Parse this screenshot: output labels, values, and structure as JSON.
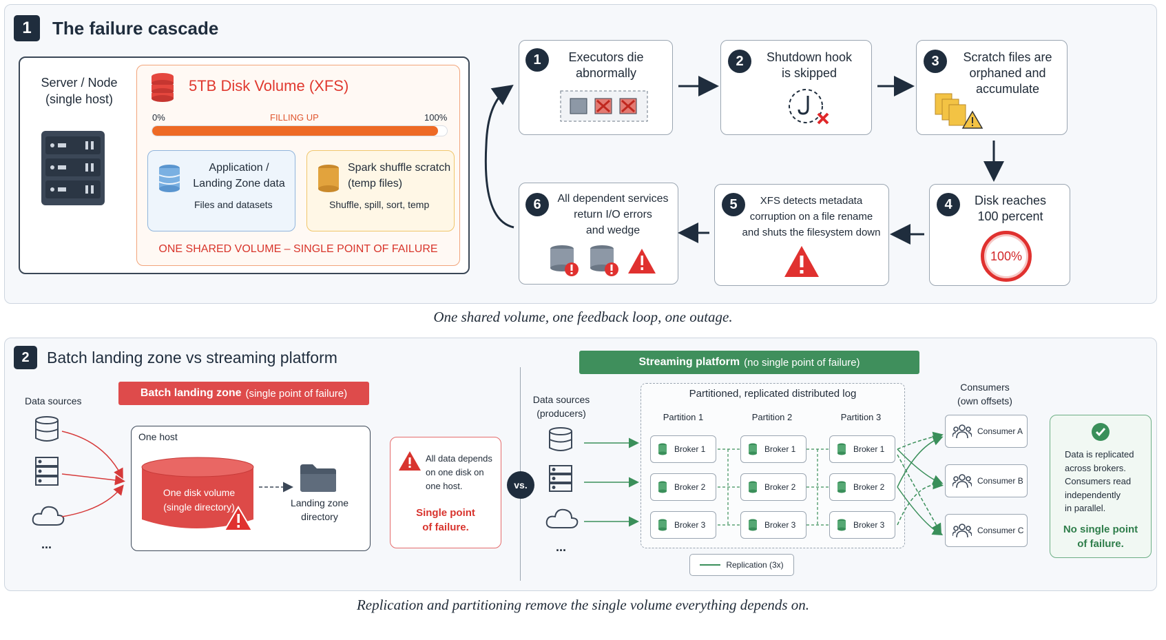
{
  "section1": {
    "number": "1",
    "title": "The failure cascade",
    "server_label": "Server / Node\n(single host)",
    "disk_title": "5TB Disk Volume (XFS)",
    "progress_start": "0%",
    "progress_mid": "FILLING UP",
    "progress_end": "100%",
    "progress_fill": 0.97,
    "app_box_title": "Application /\nLanding Zone data",
    "app_box_sub": "Files and datasets",
    "spark_box_title": "Spark shuffle scratch\n(temp files)",
    "spark_box_sub": "Shuffle, spill, sort, temp",
    "shared_warning": "ONE SHARED VOLUME – SINGLE POINT OF FAILURE",
    "steps": [
      {
        "num": "1",
        "text": "Executors die\nabnormally"
      },
      {
        "num": "2",
        "text": "Shutdown hook\nis skipped"
      },
      {
        "num": "3",
        "text": "Scratch files are\norphaned and\naccumulate"
      },
      {
        "num": "4",
        "text": "Disk reaches\n100 percent",
        "badge": "100%"
      },
      {
        "num": "5",
        "text": "XFS detects metadata\ncorruption on a file rename\nand shuts the filesystem down"
      },
      {
        "num": "6",
        "text": "All dependent services\nreturn I/O errors\nand wedge"
      }
    ],
    "caption": "One shared volume, one feedback loop, one outage."
  },
  "section2": {
    "number": "2",
    "title": "Batch landing zone vs streaming platform",
    "data_sources_left": "Data sources",
    "ellipsis": "...",
    "batch_banner": "Batch landing zone",
    "batch_banner_sub": "(single point of failure)",
    "one_host": "One host",
    "disk_volume": "One disk volume\n(single directory)",
    "landing_dir": "Landing zone\ndirectory",
    "spof_text": "All data depends\non one disk on\none host.",
    "spof_bold": "Single point\nof failure.",
    "vs": "vs.",
    "stream_banner": "Streaming platform",
    "stream_banner_sub": "(no single point of failure)",
    "data_sources_right": "Data sources\n(producers)",
    "log_title": "Partitioned, replicated distributed log",
    "partitions": [
      "Partition 1",
      "Partition 2",
      "Partition 3"
    ],
    "brokers": [
      "Broker 1",
      "Broker 2",
      "Broker 3"
    ],
    "replication": "Replication (3x)",
    "consumers_title": "Consumers\n(own offsets)",
    "consumers": [
      "Consumer A",
      "Consumer B",
      "Consumer C"
    ],
    "nospof_text": "Data is replicated\nacross brokers.\nConsumers read\nindependently\nin parallel.",
    "nospof_bold": "No single point\nof failure.",
    "caption": "Replication and partitioning remove the single volume everything depends on."
  },
  "colors": {
    "navy": "#1f2d3d",
    "red": "#d63a3a",
    "orange": "#f07a2a",
    "green": "#3a8f5a"
  }
}
